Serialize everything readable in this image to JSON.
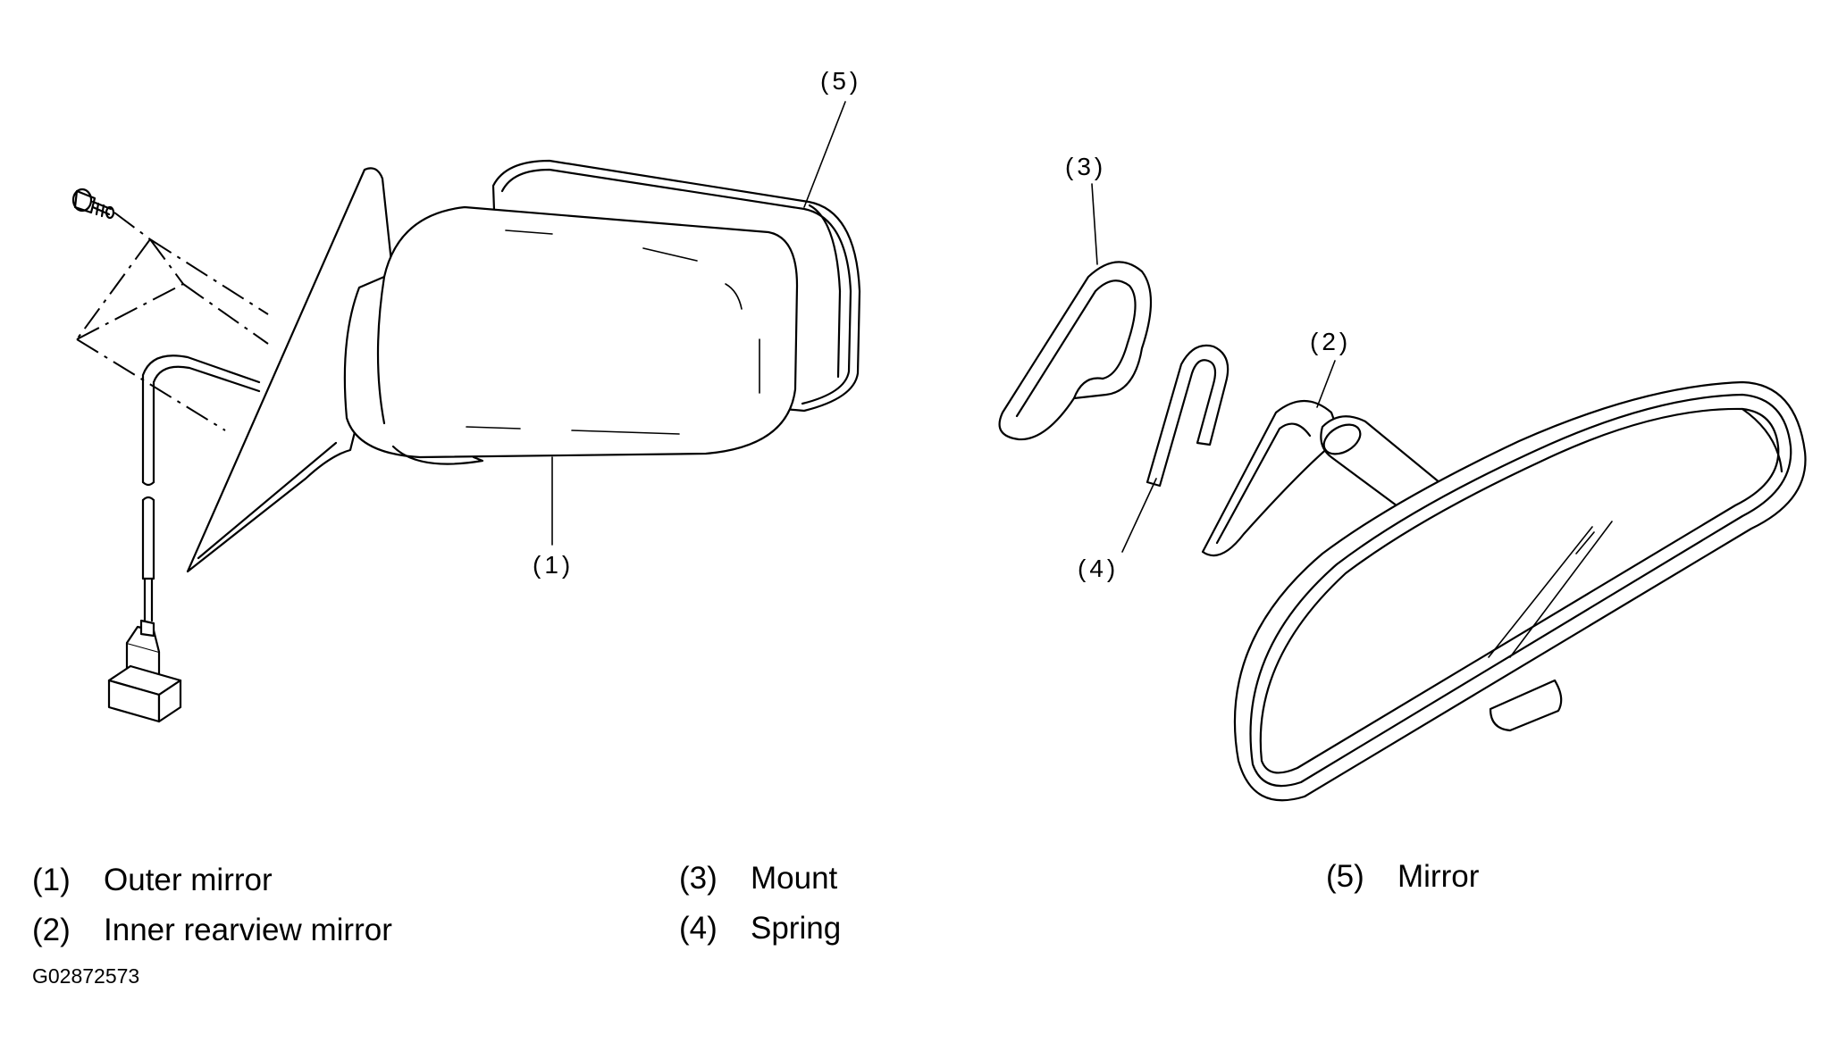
{
  "callouts": {
    "c1": "(1)",
    "c2": "(2)",
    "c3": "(3)",
    "c4": "(4)",
    "c5": "(5)"
  },
  "legend": [
    {
      "num": "(1)",
      "label": "Outer mirror"
    },
    {
      "num": "(2)",
      "label": "Inner rearview mirror"
    },
    {
      "num": "(3)",
      "label": "Mount"
    },
    {
      "num": "(4)",
      "label": "Spring"
    },
    {
      "num": "(5)",
      "label": "Mirror"
    }
  ],
  "figure_id": "G02872573"
}
